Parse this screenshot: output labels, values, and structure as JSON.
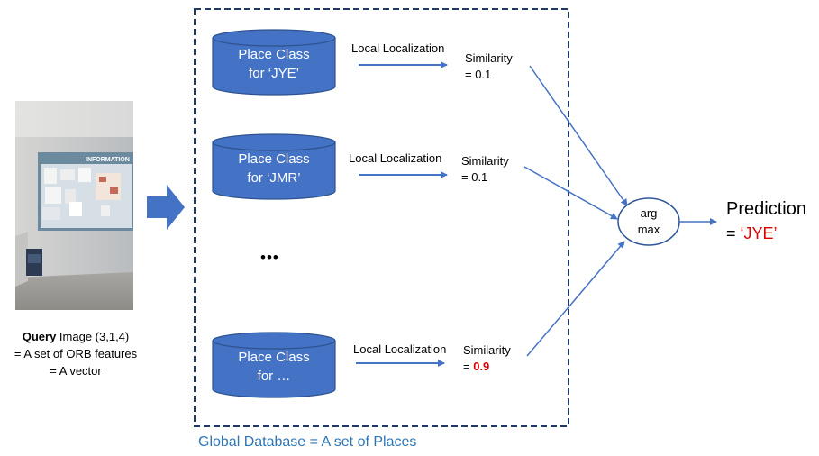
{
  "query": {
    "bold": "Query",
    "rest": " Image (3,1,4)",
    "line2": "= A set of ORB features",
    "line3": "= A vector",
    "photo_sign": "INFORMATION"
  },
  "places": [
    {
      "line1": "Place Class",
      "line2": "for ‘JYE’",
      "method": "Local Localization",
      "sim_label": "Similarity",
      "sim_prefix": "= ",
      "sim_value": "0.1"
    },
    {
      "line1": "Place Class",
      "line2": "for ‘JMR’",
      "method": "Local Localization",
      "sim_label": "Similarity",
      "sim_prefix": "= ",
      "sim_value": "0.1"
    },
    {
      "line1": "Place Class",
      "line2": "for …",
      "method": "Local Localization",
      "sim_label": "Similarity",
      "sim_prefix": "= ",
      "sim_value": "0.9"
    }
  ],
  "ellipsis": "•••",
  "database_caption": "Global Database = A set of Places",
  "argmax": {
    "line1": "arg",
    "line2": "max"
  },
  "prediction": {
    "title": "Prediction",
    "prefix": "= ",
    "value": "‘JYE’"
  },
  "colors": {
    "accent": "#2e75b6",
    "cylinder": "#4472c4",
    "highlight": "#e00000"
  }
}
